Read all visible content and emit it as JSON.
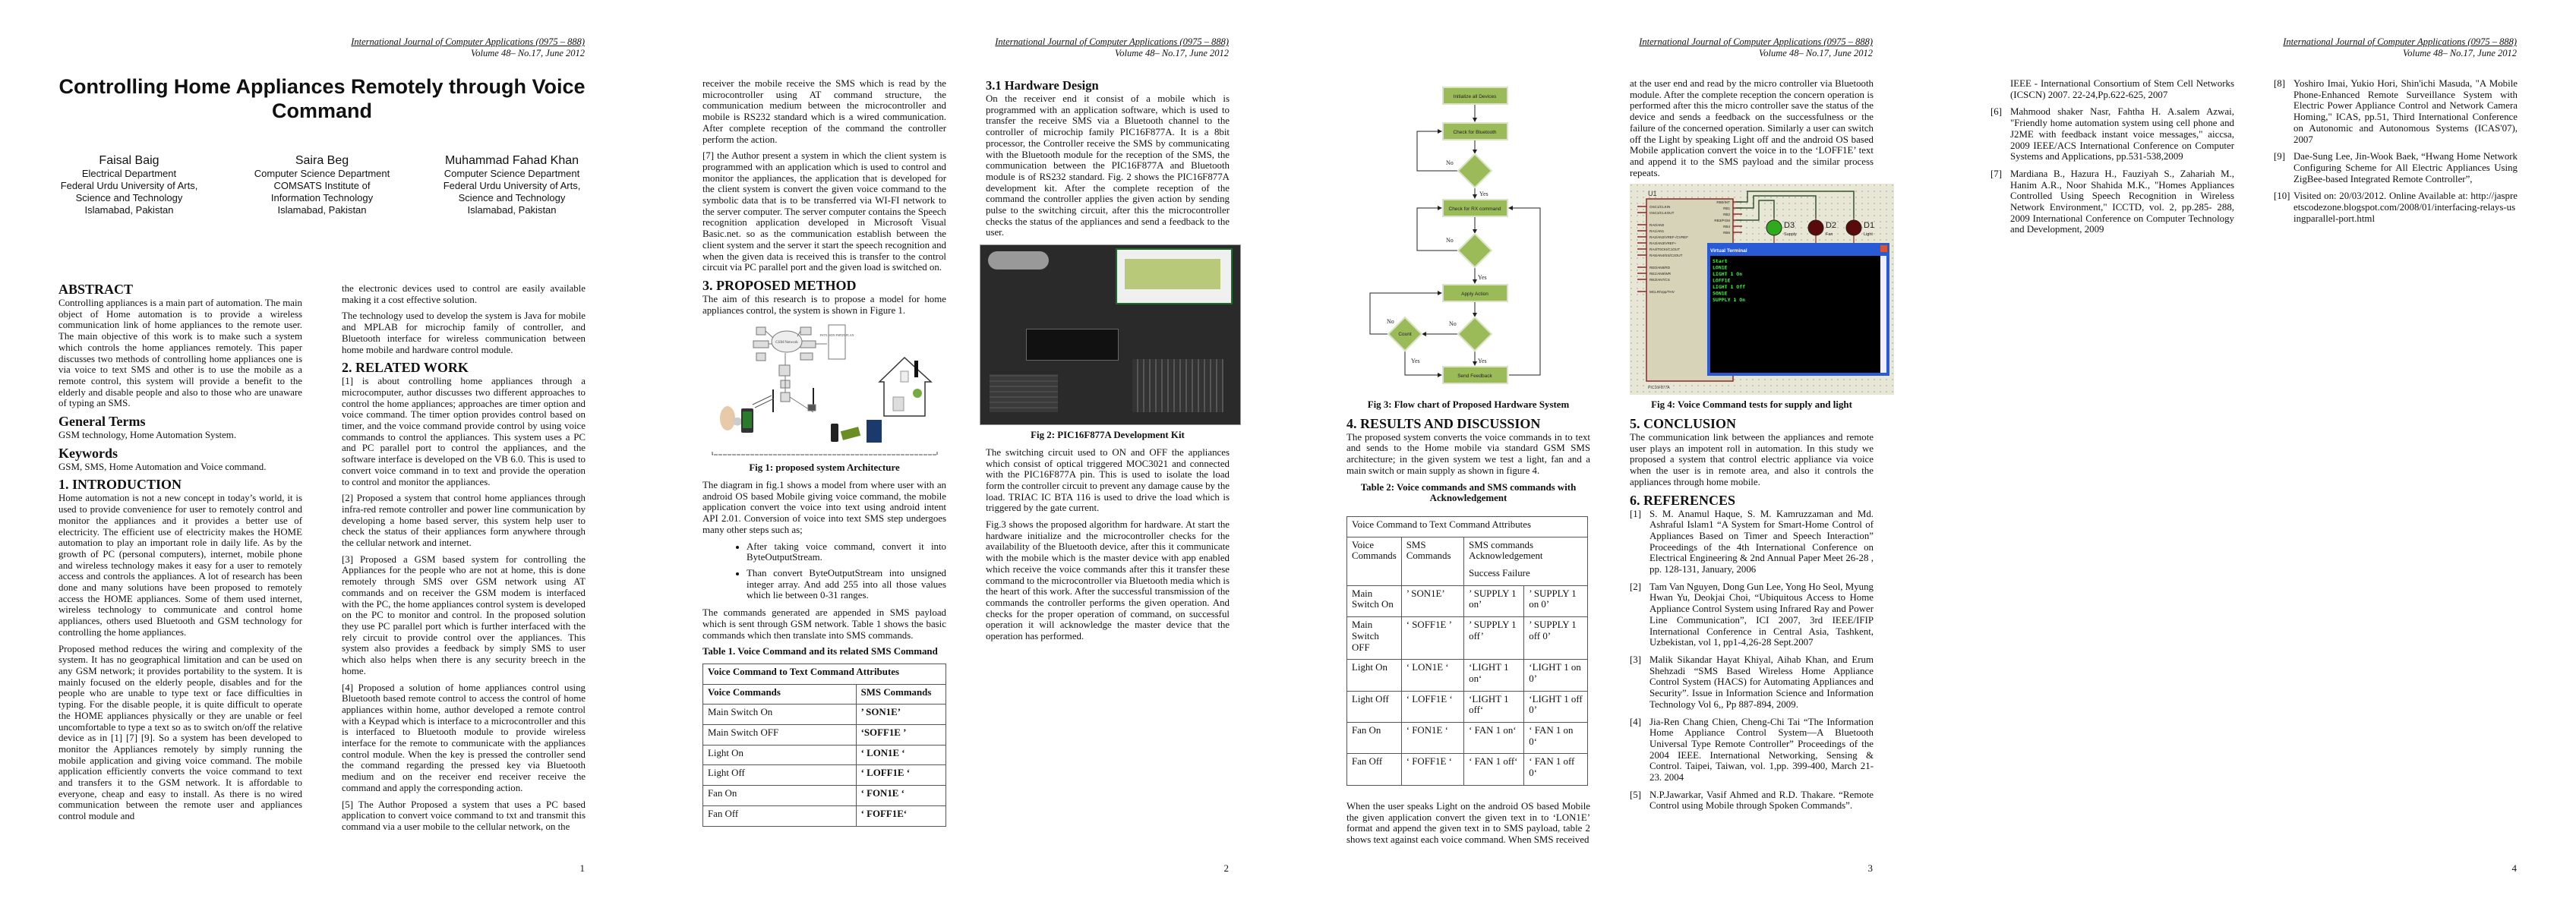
{
  "header": {
    "journal": "International Journal of Computer Applications (0975 – 888)",
    "volume": "Volume 48– No.17, June 2012"
  },
  "page_numbers": [
    "1",
    "2",
    "3",
    "4"
  ],
  "title": "Controlling Home Appliances Remotely through Voice Command",
  "authors": [
    {
      "name": "Faisal Baig",
      "lines": [
        "Electrical Department",
        "Federal Urdu University of Arts,",
        "Science and Technology",
        "Islamabad, Pakistan"
      ]
    },
    {
      "name": "Saira Beg",
      "lines": [
        "Computer Science Department",
        "COMSATS Institute of",
        "Information Technology",
        "Islamabad, Pakistan"
      ]
    },
    {
      "name": "Muhammad Fahad Khan",
      "lines": [
        "Computer Science Department",
        "Federal Urdu University of Arts,",
        "Science and Technology",
        "Islamabad, Pakistan"
      ]
    }
  ],
  "p1": {
    "abstract_h": "ABSTRACT",
    "abstract": "Controlling appliances is a main part of automation. The main object of Home automation is to provide a wireless communication link of home appliances to the remote user. The main objective of this work is to make such a system which controls the home appliances remotely. This paper discusses two methods of controlling home appliances one is via voice to text SMS and other is to use the mobile as a remote control, this system will provide a benefit to the elderly and disable people and also to those who are unaware of typing an SMS.",
    "terms_h": "General Terms",
    "terms": "GSM technology, Home Automation System.",
    "keywords_h": "Keywords",
    "keywords": "GSM, SMS, Home Automation and Voice command.",
    "intro_h": "1.  INTRODUCTION",
    "intro1": "Home automation is not a new concept in today’s world, it is used to provide convenience for user to remotely control and monitor the appliances and it provides a better use of electricity. The efficient use of electricity makes the HOME automation to play an important role in daily life. As by the growth of PC (personal computers), internet, mobile phone and wireless technology makes it easy for a user to remotely access and controls the appliances.  A lot of research has been done and many solutions have been proposed to remotely access the HOME appliances. Some of them used internet, wireless technology to communicate and control home appliances, others used Bluetooth and GSM technology for controlling the home appliances.",
    "intro2": "Proposed method reduces the wiring and complexity of the system. It has no geographical limitation and can be used on any GSM network; it provides portability to the system. It is mainly focused on the elderly people, disables and for the people who are unable to type text or face difficulties in typing. For the disable people, it is quite difficult to operate the HOME appliances physically or they are unable or feel uncomfortable to type a text so as to switch on/off the relative device as in [1] [7] [9]. So a system has been developed to monitor the Appliances remotely by simply running the mobile application and giving voice command. The mobile application efficiently converts the voice command to text and transfers it to the GSM network. It is affordable to everyone, cheap and easy to install. As there is no wired communication between the remote user and appliances control module and",
    "intro3": "the electronic devices used to control are easily available making it a cost effective solution.",
    "intro4": "The technology used to develop the system is Java for mobile and MPLAB for microchip family of controller, and Bluetooth interface for wireless communication between home mobile and hardware control module.",
    "related_h": "2.  RELATED WORK",
    "rw1": "[1] is about controlling home appliances through a microcomputer, author discusses two different approaches to control the home appliances; approaches are timer option and voice command. The timer option provides control based on timer, and the voice command provide control by using voice commands to control the appliances. This system uses a PC and PC parallel port to control the appliances, and the software interface is developed on the VB 6.0. This is used to convert voice command in to text and provide the operation to control and monitor the appliances.",
    "rw2": "[2] Proposed a system that control home appliances through infra-red remote controller and power line communication by developing a home based server, this system help user to check the status of their appliances form anywhere through the cellular network and internet.",
    "rw3": "[3] Proposed a GSM based system for controlling the Appliances for the people who are not at home, this is done remotely through SMS over GSM network using AT commands and on receiver the GSM modem is interfaced with the PC, the home appliances control system is developed on the PC to monitor and control. In the proposed solution they use PC parallel port which is further interfaced with the rely circuit to provide control over the appliances. This system also provides a feedback by simply SMS to user which also helps when there is any security breech in the home.",
    "rw4": "[4] Proposed a solution of home appliances control using Bluetooth based remote control to access the control of home appliances within home, author developed a remote control with a Keypad which is interface to a microcontroller and this is interfaced to Bluetooth module to provide wireless interface for the remote to communicate with the appliances control module. When the key is pressed the controller send the command regarding the pressed key via Bluetooth medium and on the receiver end receiver receive the command and apply the corresponding action.",
    "rw5": "[5] The Author Proposed a system that uses a PC based application to convert voice command to txt and transmit this command via a user mobile to the cellular network, on the"
  },
  "p2": {
    "rw5b": "receiver the mobile receive the SMS which is read by the microcontroller using AT command structure, the communication medium between the microcontroller and mobile is RS232 standard which is a wired communication. After complete reception of the command the controller perform the action.",
    "rw7": "[7] the Author present a system in which the client system is programmed with an application which is used to control and monitor the appliances, the application that is developed for the client system is convert the given voice command to the symbolic data that is to be transferred via WI-FI network to the server computer. The server computer contains the Speech recognition application developed in Microsoft Visual Basic.net. so as the communication establish between the client system and the server it start the speech recognition and when the given data is received this is transfer to the control circuit via PC parallel port and the given load is switched on.",
    "method_h": "3.  PROPOSED METHOD",
    "method": "The aim of this research is to propose a model for home appliances control, the system is shown in Figure 1.",
    "fig1_cap": "Fig 1: proposed system Architecture",
    "fig1_labels": {
      "gsm": "GSM Network",
      "pstn": "PSTN ISDN PSPDN PLAN"
    },
    "diagram": "The diagram in fig.1 shows a model from where user with an android OS based Mobile giving voice command, the mobile application convert the voice into text using android intent API 2.01. Conversion of voice into text SMS step undergoes many other steps such as;",
    "bullets": [
      "After taking voice command, convert it into ByteOutputStream.",
      "Than convert ByteOutputStream into unsigned integer array. And add 255 into all those values which lie between 0-31 ranges."
    ],
    "commands": "The commands generated are appended in SMS payload which is sent through GSM network. Table 1 shows the basic commands which then translate into SMS commands.",
    "table1_cap": "Table 1. Voice Command and its related SMS Command",
    "table1": {
      "title": "Voice Command to Text Command Attributes",
      "headers": [
        "Voice Commands",
        "SMS Commands"
      ],
      "rows": [
        [
          "Main Switch On",
          "’ SON1E’"
        ],
        [
          "Main Switch OFF",
          "‘SOFF1E ’"
        ],
        [
          "Light On",
          "‘ LON1E ‘"
        ],
        [
          "Light Off",
          "‘ LOFF1E ‘"
        ],
        [
          "Fan On",
          "‘ FON1E ‘"
        ],
        [
          "Fan Off",
          "‘ FOFF1E‘"
        ]
      ]
    },
    "hw_h": "3.1  Hardware Design",
    "hw": "On the receiver end it consist of a mobile which is programmed with an application software, which is used to transfer the receive SMS via a Bluetooth channel to the controller of microchip family PIC16F877A. It is a 8bit processor, the Controller receive the SMS by communicating with the Bluetooth module for the reception of the SMS, the communication between the PIC16F877A and Bluetooth module is of RS232 standard. Fig. 2 shows the PIC16F877A development kit. After the complete reception of the command the controller applies the given action by sending pulse to the switching circuit, after this the microcontroller checks the status of the appliances and send a feedback to the user.",
    "fig2_cap": "Fig 2: PIC16F877A Development Kit",
    "switching": "The switching circuit used to ON and OFF the appliances which consist of optical triggered MOC3021 and connected with the PIC16F877A pin. This is used to isolate the load form the controller circuit to prevent any damage cause by the load. TRIAC IC BTA 116 is used to drive the load which is triggered by the gate current.",
    "algo": "Fig.3 shows the proposed algorithm for hardware. At start the hardware initialize and the microcontroller checks for the availability of the Bluetooth device, after this it communicate with the mobile which is the master device with app enabled which receive the voice commands after this it transfer these command to the microcontroller via Bluetooth media which is the heart of this work. After the successful transmission of the commands the controller performs the given operation. And checks for the proper operation of command, on successful operation it will acknowledge the master device that the operation has performed."
  },
  "p3": {
    "flow": {
      "init": "Initialize all Devices",
      "bt": "Check for Bluetooth",
      "rx": "Check for RX command",
      "apply": "Apply Action",
      "count": "Count",
      "feedback": "Send Feedback",
      "no": "No",
      "yes": "Yes"
    },
    "fig3_cap": "Fig 3: Flow chart of Proposed Hardware System",
    "results_h": "4.  RESULTS AND DISCUSSION",
    "results": "The proposed system converts the voice commands in to text and sends to the Home mobile via standard GSM SMS architecture; in the given system we test a light, fan and a main switch or main supply as shown in figure 4.",
    "table2_cap": "Table 2: Voice commands and SMS commands with Acknowledgement",
    "table2": {
      "title": "Voice Command to Text Command Attributes",
      "headers": [
        "Voice Commands",
        "SMS Commands",
        "SMS commands Acknowledgement",
        "Success   Failure"
      ],
      "rows": [
        [
          "Main Switch On",
          "’ SON1E’",
          "’ SUPPLY 1 on’",
          "’ SUPPLY 1 on 0’"
        ],
        [
          "Main Switch OFF",
          "‘ SOFF1E ’",
          "’ SUPPLY 1 off’",
          "’ SUPPLY 1 off 0’"
        ],
        [
          "Light On",
          "‘ LON1E ‘",
          "‘LIGHT 1 on‘",
          "‘LIGHT 1 on 0’"
        ],
        [
          "Light Off",
          "‘ LOFF1E ‘",
          "‘LIGHT 1 off‘",
          "‘LIGHT 1 off 0’"
        ],
        [
          "Fan On",
          "‘ FON1E ‘",
          "‘ FAN 1 on‘",
          "‘ FAN 1 on 0‘"
        ],
        [
          "Fan Off",
          "‘ FOFF1E ‘",
          "‘ FAN 1 off‘",
          "‘ FAN 1 off 0‘"
        ]
      ]
    },
    "when": "When the user speaks Light on the android OS based Mobile the given application convert the given text in to ‘LON1E’ format and append the given text in to SMS payload, table 2 shows text against each voice command. When SMS received",
    "userend": "at the user end and read by the micro controller via Bluetooth module. After the complete reception the concern operation is performed after this the micro controller save the status of the device and sends a feedback on the successfulness or the failure of the concerned operation. Similarly a user can switch off the Light by speaking Light off and the android OS based Mobile application convert the voice in to the ‘LOFF1E’ text and append it to the SMS payload and the similar process repeats.",
    "sim": {
      "chip": "U1",
      "chip_name": "PIC16F877A",
      "pins_left": [
        "OSC1/CLKIN",
        "OSC2/CLKOUT",
        "RA0/AN0",
        "RA1/AN1",
        "RA2/AN2/VREF-/CVREF",
        "RA3/AN3/VREF+",
        "RA4/T0CKI/C1OUT",
        "RA5/AN4/SS/C2OUT",
        "RE0/AN5/RD",
        "RE1/AN6/WR",
        "RE2/AN7/CS",
        "MCLR/Vpp/THV"
      ],
      "pins_right": [
        "RB0/INT",
        "RB1",
        "RB2",
        "RB3/PGM",
        "RB4",
        "RB5"
      ],
      "leds": [
        {
          "id": "D3",
          "label": "Supply",
          "on": true
        },
        {
          "id": "D2",
          "label": "Fan",
          "on": false
        },
        {
          "id": "D1",
          "label": "Light",
          "on": false
        }
      ],
      "terminal_title": "Virtual Terminal",
      "terminal_lines": [
        "Start",
        "LON1E",
        "LIGHT 1 On",
        "LOFF1E",
        "LIGHT 1 Off",
        "SON1E",
        "SUPPLY 1 On"
      ]
    },
    "fig4_cap": "Fig 4: Voice Command tests for supply and light",
    "conclusion_h": "5.  CONCLUSION",
    "conclusion": "The communication link between the appliances and remote user plays an impotent roll in automation. In this study we proposed a system that control electric appliance via voice when the user is in remote area, and also it controls the appliances through home mobile.",
    "refs_h": "6.  REFERENCES",
    "refs": [
      {
        "n": "[1]",
        "t": "S. M. Anamul Haque, S. M. Kamruzzaman and Md. Ashraful Islam1 “A System for Smart-Home Control of Appliances Based on Timer and Speech Interaction” Proceedings of the 4th International Conference on Electrical Engineering & 2nd Annual Paper Meet 26-28 , pp. 128-131, January, 2006"
      },
      {
        "n": "[2]",
        "t": "Tam Van Nguyen, Dong Gun Lee, Yong Ho Seol, Myung Hwan Yu, Deokjai Choi, “Ubiquitous Access to Home Appliance Control System using Infrared Ray and Power Line Communication”, ICI 2007, 3rd IEEE/IFIP International Conference in Central Asia, Tashkent, Uzbekistan, vol 1, pp1-4,26-28 Sept.2007"
      },
      {
        "n": "[3]",
        "t": "Malik Sikandar Hayat Khiyal, Aihab Khan, and Erum Shehzadi “SMS Based Wireless Home Appliance Control System (HACS) for Automating Appliances and Security”. Issue in Information Science and Information Technology Vol 6,, Pp 887-894, 2009."
      },
      {
        "n": "[4]",
        "t": "Jia-Ren Chang Chien, Cheng-Chi Tai “The Information Home Appliance Control System—A Bluetooth Universal Type Remote Controller” Proceedings of the 2004 IEEE. International Networking, Sensing & Control. Taipei, Taiwan, vol. 1,pp. 399-400, March 21-23. 2004"
      },
      {
        "n": "[5]",
        "t": "N.P.Jawarkar, Vasif Ahmed and R.D. Thakare. “Remote Control using Mobile through Spoken Commands”."
      }
    ]
  },
  "p4": {
    "ref5_cont": "IEEE - International Consortium of Stem Cell Networks (ICSCN) 2007. 22-24,Pp.622-625, 2007",
    "refs_left": [
      {
        "n": "[6]",
        "t": "Mahmood shaker Nasr, Fahtha H. A.salem Azwai, \"Friendly home automation system using cell phone and J2ME with feedback instant voice messages,\" aiccsa, 2009 IEEE/ACS International Conference on Computer Systems and Applications, pp.531-538,2009"
      },
      {
        "n": "[7]",
        "t": "Mardiana B., Hazura H., Fauziyah S., Zahariah M., Hanim A.R., Noor Shahida M.K., \"Homes Appliances Controlled Using Speech Recognition in Wireless Network Environment,\" ICCTD, vol. 2, pp.285- 288, 2009 International Conference on Computer Technology and Development, 2009"
      }
    ],
    "refs_right": [
      {
        "n": "[8]",
        "t": "Yoshiro Imai, Yukio Hori, Shin'ichi Masuda, \"A Mobile Phone-Enhanced Remote Surveillance System with Electric Power Appliance Control and Network Camera Homing,\" ICAS, pp.51, Third International Conference on Autonomic and Autonomous Systems (ICAS'07), 2007"
      },
      {
        "n": "[9]",
        "t": "Dae-Sung Lee, Jin-Wook Baek, “Hwang Home Network Configuring Scheme for All Electric Appliances Using ZigBee-based Integrated Remote Controller”,"
      },
      {
        "n": "[10]",
        "t": "Visited on: 20/03/2012. Online Available at: http://jaspreetscodezone.blogspot.com/2008/01/interfacing-relays-usingparallel-port.html"
      }
    ]
  },
  "colors": {
    "flow_box": "#9bbb59",
    "flow_border": "#d9e4c4",
    "terminal_bg": "#000000",
    "terminal_text": "#33ff33",
    "led_on": "#2eaa1c",
    "led_off": "#5a0a0a",
    "schematic_bg": "#e8e6d4",
    "chip_fill": "#d6d3b8",
    "wire": "#335533"
  }
}
